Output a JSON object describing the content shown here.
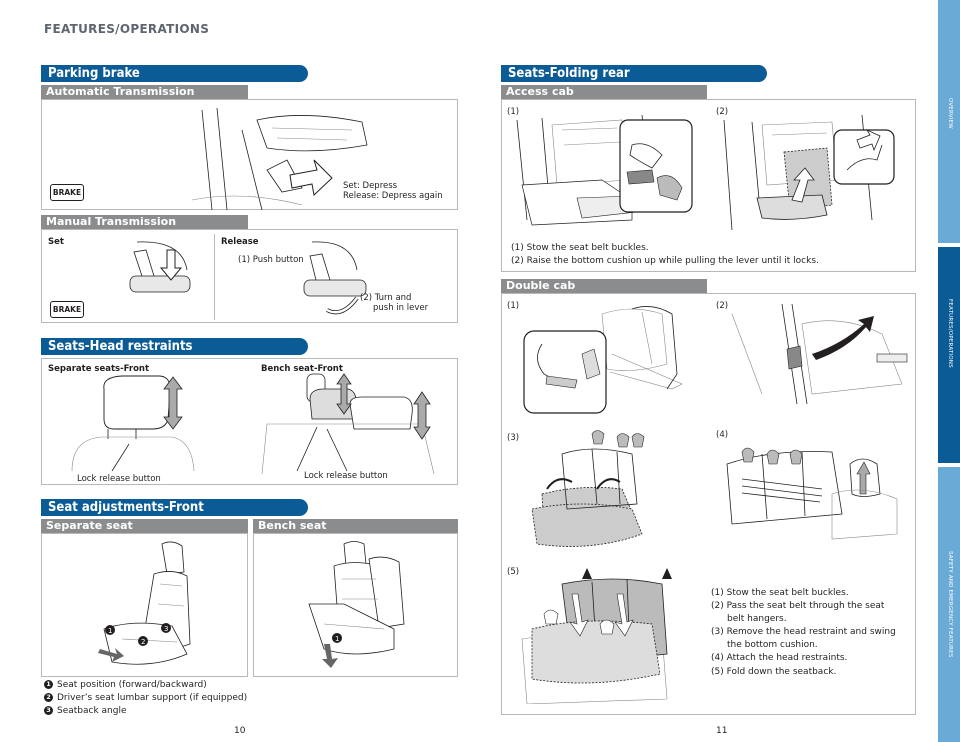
{
  "header": {
    "section_title": "FEATURES/OPERATIONS"
  },
  "parking_brake": {
    "title": "Parking brake",
    "automatic": {
      "subtitle": "Automatic Transmission",
      "brake_label": "BRAKE",
      "instruction_set": "Set: Depress",
      "instruction_release": "Release: Depress again"
    },
    "manual": {
      "subtitle": "Manual Transmission",
      "set_label": "Set",
      "release_label": "Release",
      "brake_label": "BRAKE",
      "push_button": "(1) Push button",
      "turn_line1": "(2) Turn and",
      "turn_line2": "push in lever"
    }
  },
  "head_restraints": {
    "title": "Seats-Head restraints",
    "separate_title": "Separate seats-Front",
    "bench_title": "Bench seat-Front",
    "lock_left": "Lock release button",
    "lock_right": "Lock release button"
  },
  "seat_adjustments": {
    "title": "Seat adjustments-Front",
    "separate_subtitle": "Separate seat",
    "bench_subtitle": "Bench seat",
    "legend": [
      {
        "num": "1",
        "text": "Seat position (forward/backward)"
      },
      {
        "num": "2",
        "text": "Driver’s seat lumbar support (if equipped)"
      },
      {
        "num": "3",
        "text": "Seatback angle"
      }
    ]
  },
  "folding_rear": {
    "title": "Seats-Folding rear",
    "access_cab": {
      "subtitle": "Access cab",
      "fig1": "(1)",
      "fig2": "(2)",
      "step1": "(1) Stow the seat belt buckles.",
      "step2": "(2) Raise the bottom cushion up while pulling the lever until it locks."
    },
    "double_cab": {
      "subtitle": "Double cab",
      "fig1": "(1)",
      "fig2": "(2)",
      "fig3": "(3)",
      "fig4": "(4)",
      "fig5": "(5)",
      "steps": [
        "(1) Stow the seat belt buckles.",
        "(2) Pass the seat belt through the seat",
        "belt hangers.",
        "(3) Remove the head restraint and swing",
        "the bottom cushion.",
        "(4) Attach the head restraints.",
        "(5) Fold down the seatback."
      ]
    }
  },
  "page_numbers": {
    "left": "10",
    "right": "11"
  },
  "side_tabs": {
    "overview": "OVERVIEW",
    "features": "FEATURES/OPERATIONS",
    "safety": "SAFETY AND EMERGENCY FEATURES"
  },
  "colors": {
    "banner": "#0b5c96",
    "subbar": "#8a8c8e",
    "tab_inactive": "#6aaad6",
    "tab_active": "#0b5c96"
  }
}
